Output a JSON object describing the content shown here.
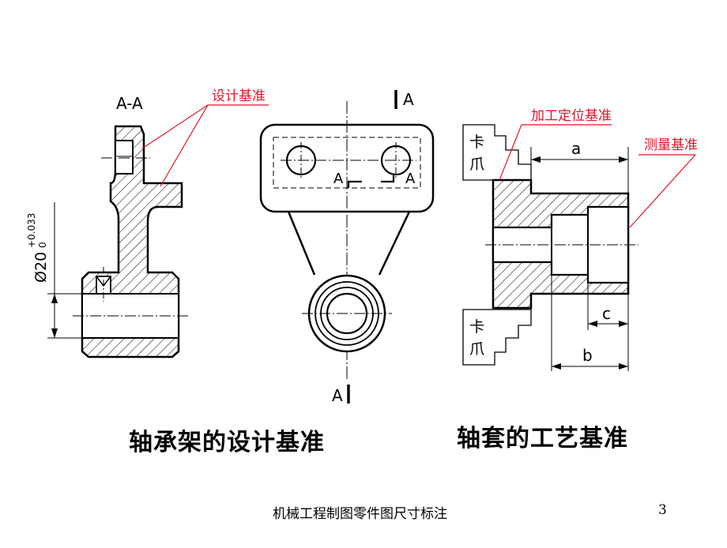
{
  "slide": {
    "caption_left": "轴承架的设计基准",
    "caption_right": "轴套的工艺基准",
    "footer_title": "机械工程制图零件图尺寸标注",
    "page_number": "3"
  },
  "left_drawing": {
    "section_label": "A-A",
    "callout_design_datum": "设计基准",
    "dimension_diameter": "Ø20",
    "tolerance_upper": "+0.033",
    "tolerance_lower": "0"
  },
  "center_drawing": {
    "cut_label_top": "A",
    "cut_label_bottom": "A",
    "cut_label_inner_left": "A",
    "cut_label_inner_right": "A"
  },
  "right_drawing": {
    "callout_locating_datum": "加工定位基准",
    "callout_measuring_datum": "测量基准",
    "chuck_upper_label_1": "卡",
    "chuck_upper_label_2": "爪",
    "chuck_lower_label_1": "卡",
    "chuck_lower_label_2": "爪",
    "dimension_a": "a",
    "dimension_b": "b",
    "dimension_c": "c"
  },
  "colors": {
    "outline": "#000000",
    "callout": "#e0152a",
    "hatch": "#000000"
  }
}
